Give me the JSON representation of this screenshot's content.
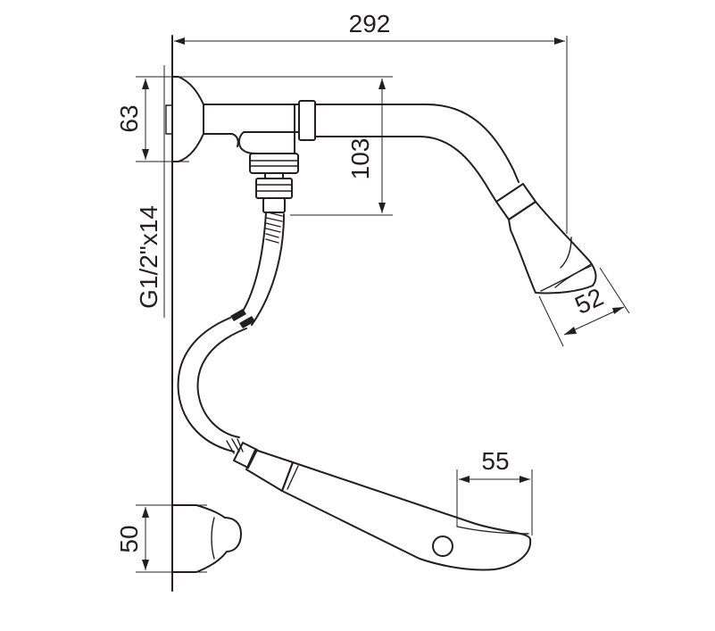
{
  "dimensions": {
    "overall_width": "292",
    "wall_flange_height": "63",
    "outlet_height": "103",
    "thread_spec": "G1/2\"x14",
    "shower_head_diameter": "52",
    "handset_head_length": "55",
    "holder_height": "50"
  },
  "colors": {
    "ink": "#231f20",
    "background": "#ffffff"
  }
}
